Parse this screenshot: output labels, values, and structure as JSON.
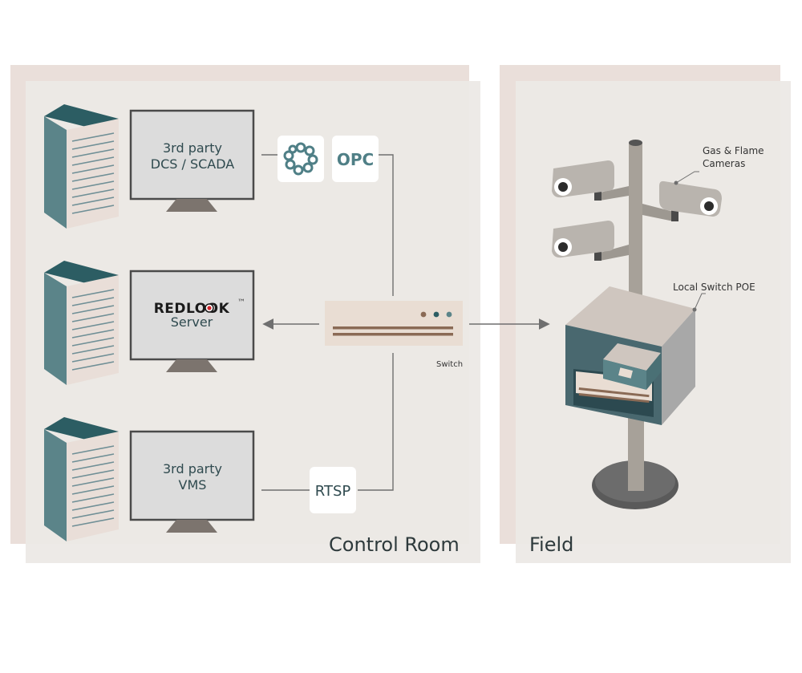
{
  "panels": {
    "control_room": "Control Room",
    "field": "Field"
  },
  "monitors": {
    "dcs": {
      "line1": "3rd party",
      "line2": "DCS / SCADA"
    },
    "redlook": {
      "logo": "REDLOOK",
      "tm": "™",
      "line2": "Server"
    },
    "vms": {
      "line1": "3rd party",
      "line2": "VMS"
    }
  },
  "protocols": {
    "opc": "OPC",
    "rtsp": "RTSP"
  },
  "devices": {
    "switch": "Switch",
    "cameras_line1": "Gas & Flame",
    "cameras_line2": "Cameras",
    "local_switch": "Local Switch POE"
  },
  "colors": {
    "panel_back": "#eadfda",
    "panel_front": "#ece9e6",
    "server_teal": "#2c5d63",
    "server_side": "#5b8489",
    "monitor_screen": "#dcdcdc",
    "camera": "#b9b4ae"
  }
}
